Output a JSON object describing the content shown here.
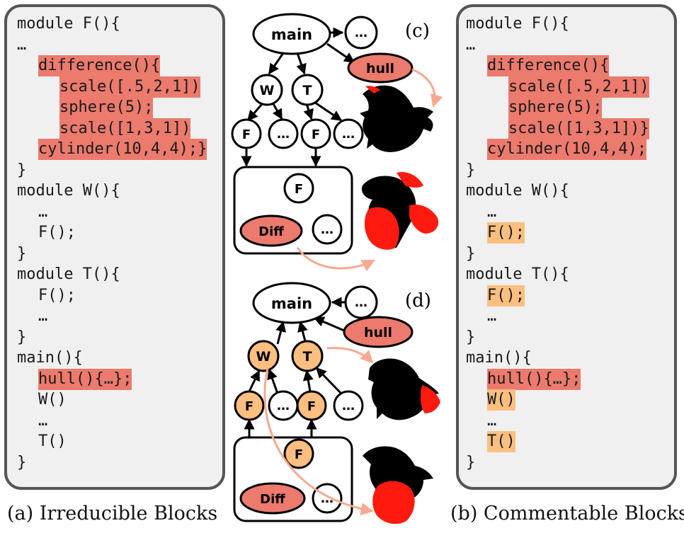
{
  "panel_a": {
    "caption": "(a) Irreducible Blocks",
    "lines": [
      {
        "text": "module F(){",
        "indent": 0,
        "hl": "none"
      },
      {
        "text": "…",
        "indent": 0,
        "hl": "none"
      },
      {
        "text": "difference(){",
        "indent": 1,
        "hl": "red"
      },
      {
        "text": "scale([.5,2,1])",
        "indent": 2,
        "hl": "red"
      },
      {
        "text": "sphere(5);",
        "indent": 2,
        "hl": "red"
      },
      {
        "text": "scale([1,3,1])",
        "indent": 2,
        "hl": "red"
      },
      {
        "text": "cylinder(10,4,4);}",
        "indent": 1,
        "hl": "red"
      },
      {
        "text": "}",
        "indent": 0,
        "hl": "none"
      },
      {
        "text": "module W(){",
        "indent": 0,
        "hl": "none"
      },
      {
        "text": "…",
        "indent": 1,
        "hl": "none"
      },
      {
        "text": "F();",
        "indent": 1,
        "hl": "none"
      },
      {
        "text": "}",
        "indent": 0,
        "hl": "none"
      },
      {
        "text": "module T(){",
        "indent": 0,
        "hl": "none"
      },
      {
        "text": "F();",
        "indent": 1,
        "hl": "none"
      },
      {
        "text": "…",
        "indent": 1,
        "hl": "none"
      },
      {
        "text": "}",
        "indent": 0,
        "hl": "none"
      },
      {
        "text": "main(){",
        "indent": 0,
        "hl": "none"
      },
      {
        "text": "hull(){…};",
        "indent": 1,
        "hl": "red"
      },
      {
        "text": "W()",
        "indent": 1,
        "hl": "none"
      },
      {
        "text": "…",
        "indent": 1,
        "hl": "none"
      },
      {
        "text": "T()",
        "indent": 1,
        "hl": "none"
      },
      {
        "text": "}",
        "indent": 0,
        "hl": "none"
      }
    ]
  },
  "panel_b": {
    "caption": "(b) Commentable Blocks",
    "lines": [
      {
        "text": "module F(){",
        "indent": 0,
        "hl": "none"
      },
      {
        "text": "…",
        "indent": 0,
        "hl": "none"
      },
      {
        "text": "difference(){",
        "indent": 1,
        "hl": "red"
      },
      {
        "text": "scale([.5,2,1])",
        "indent": 2,
        "hl": "red"
      },
      {
        "text": "sphere(5);",
        "indent": 2,
        "hl": "red"
      },
      {
        "text": "scale([1,3,1])}",
        "indent": 2,
        "hl": "red"
      },
      {
        "text": "cylinder(10,4,4);",
        "indent": 1,
        "hl": "red"
      },
      {
        "text": "}",
        "indent": 0,
        "hl": "none"
      },
      {
        "text": "module W(){",
        "indent": 0,
        "hl": "none"
      },
      {
        "text": "…",
        "indent": 1,
        "hl": "none"
      },
      {
        "text": "F();",
        "indent": 1,
        "hl": "orange"
      },
      {
        "text": "}",
        "indent": 0,
        "hl": "none"
      },
      {
        "text": "module T(){",
        "indent": 0,
        "hl": "none"
      },
      {
        "text": "F();",
        "indent": 1,
        "hl": "orange"
      },
      {
        "text": "…",
        "indent": 1,
        "hl": "none"
      },
      {
        "text": "}",
        "indent": 0,
        "hl": "none"
      },
      {
        "text": "main(){",
        "indent": 0,
        "hl": "none"
      },
      {
        "text": "hull(){…};",
        "indent": 1,
        "hl": "red"
      },
      {
        "text": "W()",
        "indent": 1,
        "hl": "orange"
      },
      {
        "text": "…",
        "indent": 1,
        "hl": "none"
      },
      {
        "text": "T()",
        "indent": 1,
        "hl": "orange"
      },
      {
        "text": "}",
        "indent": 0,
        "hl": "none"
      }
    ]
  },
  "diagram_c": {
    "label": "(c)",
    "main": "main",
    "ellipsis": "…",
    "hull": "hull",
    "w": "W",
    "t": "T",
    "f": "F",
    "diff": "Diff"
  },
  "diagram_d": {
    "label": "(d)",
    "main": "main",
    "ellipsis": "…",
    "hull": "hull",
    "w": "W",
    "t": "T",
    "f": "F",
    "diff": "Diff"
  },
  "colors": {
    "red_highlight": "#ec7a6d",
    "orange_highlight": "#fcbf80",
    "panel_bg": "#f0f0f0",
    "panel_border": "#555555",
    "arrow_salmon": "#f6a98f",
    "bird_red": "#ff1a10",
    "bird_black": "#000000"
  },
  "icons": [
    "bird-hull-black-icon",
    "bird-red-wings-icon",
    "bird-red-tail-icon",
    "bird-red-belly-icon"
  ]
}
